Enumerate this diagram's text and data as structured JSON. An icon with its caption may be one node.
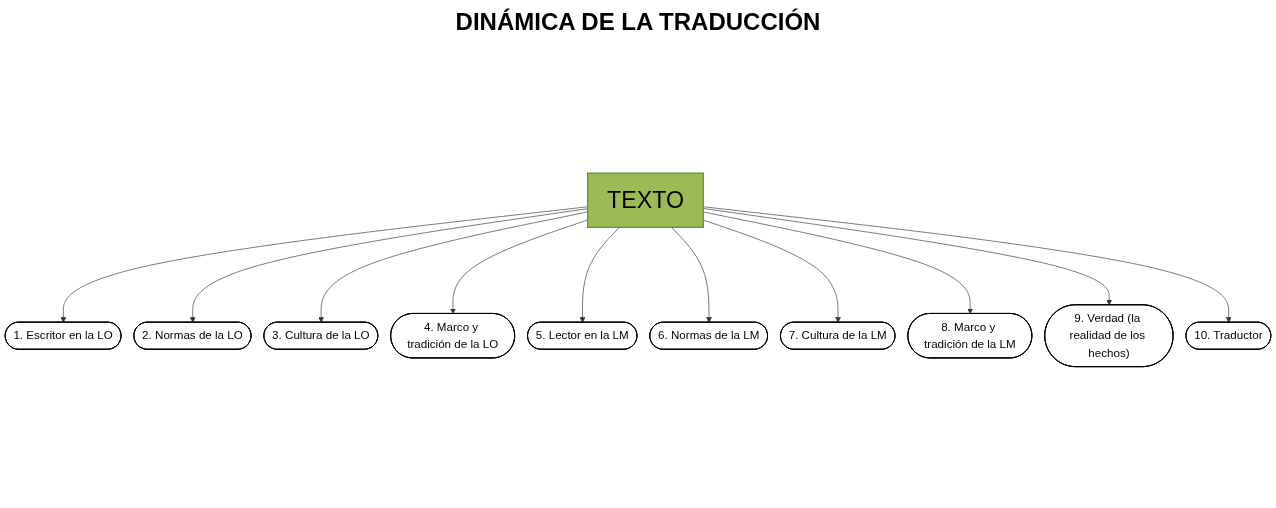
{
  "diagram": {
    "title": "DINÁMICA DE LA TRADUCCIÓN",
    "nodes": [
      {
        "text": [
          "TEXTO"
        ]
      },
      {
        "text": [
          "1. Escritor en la LO"
        ]
      },
      {
        "text": [
          "2. Normas de la LO"
        ]
      },
      {
        "text": [
          "3. Cultura de la  LO"
        ]
      },
      {
        "text": [
          "4. Marco y tradición de la LO"
        ]
      },
      {
        "text": [
          "5. Lector en la LM"
        ]
      },
      {
        "text": [
          "6. Normas de la  LM"
        ]
      },
      {
        "text": [
          "7. Cultura de la  LM"
        ]
      },
      {
        "text": [
          "8. Marco y tradición de la LM"
        ]
      },
      {
        "text": [
          "9. Verdad (la realidad de los hechos)"
        ]
      },
      {
        "text": [
          "10. Traductor"
        ]
      }
    ],
    "edges": [
      {
        "from": 0,
        "to": 1,
        "arrow": "to"
      },
      {
        "from": 0,
        "to": 2,
        "arrow": "to"
      },
      {
        "from": 0,
        "to": 3,
        "arrow": "to"
      },
      {
        "from": 0,
        "to": 4,
        "arrow": "to"
      },
      {
        "from": 0,
        "to": 5,
        "arrow": "to"
      },
      {
        "from": 0,
        "to": 6,
        "arrow": "to"
      },
      {
        "from": 0,
        "to": 7,
        "arrow": "to"
      },
      {
        "from": 0,
        "to": 8,
        "arrow": "to"
      },
      {
        "from": 0,
        "to": 9,
        "arrow": "to"
      },
      {
        "from": 0,
        "to": 10,
        "arrow": "to"
      }
    ]
  }
}
